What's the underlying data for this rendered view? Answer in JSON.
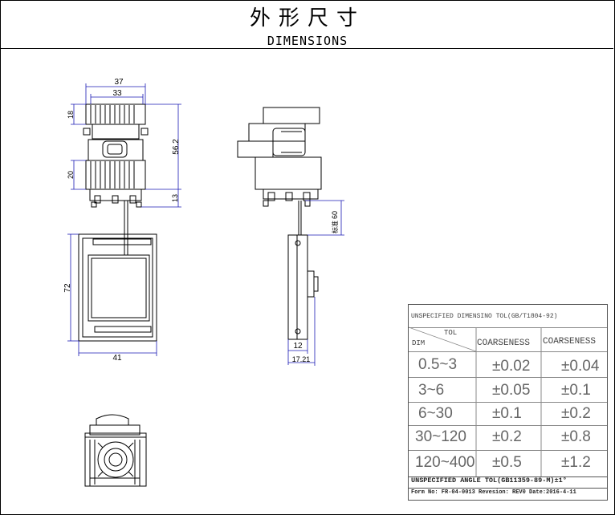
{
  "header": {
    "title_cn": "外形尺寸",
    "title_en": "DIMENSIONS"
  },
  "front_view": {
    "dim_width_top": "37",
    "dim_width_inner": "33",
    "dim_height_top": "18",
    "dim_height_total": "56.2",
    "dim_height_mid": "20",
    "dim_height_bottom": "13",
    "dim_panel_height": "72",
    "dim_panel_width": "41"
  },
  "side_view": {
    "dim_cable": "60",
    "dim_cable_prefix": "标准",
    "dim_width_12": "12",
    "dim_width_17": "17.21"
  },
  "tolerance_table": {
    "title": "UNSPECIFIED DIMENSINO TOL(GB/T1804-92)",
    "header_tol": "TOL",
    "header_dim": "DIM",
    "col1": "COARSENESS",
    "col2": "COARSENESS",
    "rows": [
      {
        "dim": "0.5~3",
        "c1": "±0.02",
        "c2": "±0.04"
      },
      {
        "dim": "3~6",
        "c1": "±0.05",
        "c2": "±0.1"
      },
      {
        "dim": "6~30",
        "c1": "±0.1",
        "c2": "±0.2"
      },
      {
        "dim": "30~120",
        "c1": "±0.2",
        "c2": "±0.8"
      },
      {
        "dim": "120~400",
        "c1": "±0.5",
        "c2": "±1.2"
      }
    ],
    "angle_note": "UNSPECIFIED ANGLE TOL(GB11359-89-M)±1°",
    "form_note": "Form No: FR-04-0013 Revesion: REV0  Date:2016-4-11"
  }
}
